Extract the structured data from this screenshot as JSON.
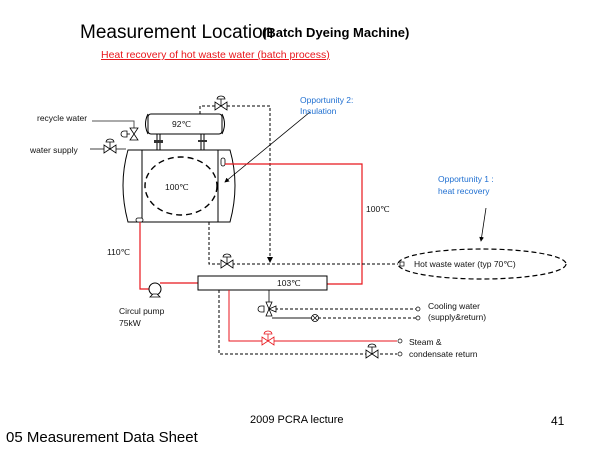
{
  "slide": {
    "title": "Measurement Location",
    "subtitle": "(Batch Dyeing Machine)",
    "heading_link": "Heat recovery of hot waste water (batch process)",
    "footer_center": "2009 PCRA lecture",
    "page_number": "41",
    "footer_left": "05 Measurement Data Sheet"
  },
  "diagram": {
    "colors": {
      "hot_line": "#e8161c",
      "annotation": "#1f6fd1",
      "line": "#000000"
    },
    "labels": {
      "recycle_water": "recycle water",
      "water_supply": "water supply",
      "header_temp": "92℃",
      "vessel_temp": "100℃",
      "return_temp": "100℃",
      "outlet_temp": "110℃",
      "hx_temp": "103℃",
      "pump_name": "Circul pump",
      "pump_power": "75kW",
      "hot_waste_water": "Hot waste water (typ 70℃)",
      "cooling_water_1": "Cooling water",
      "cooling_water_2": "(supply&return)",
      "steam_1": "Steam &",
      "steam_2": "condensate return"
    },
    "annotations": {
      "opportunity2_line1": "Opportunity 2:",
      "opportunity2_line2": "Insulation",
      "opportunity1_line1": "Opportunity 1 :",
      "opportunity1_line2": "heat recovery"
    }
  }
}
